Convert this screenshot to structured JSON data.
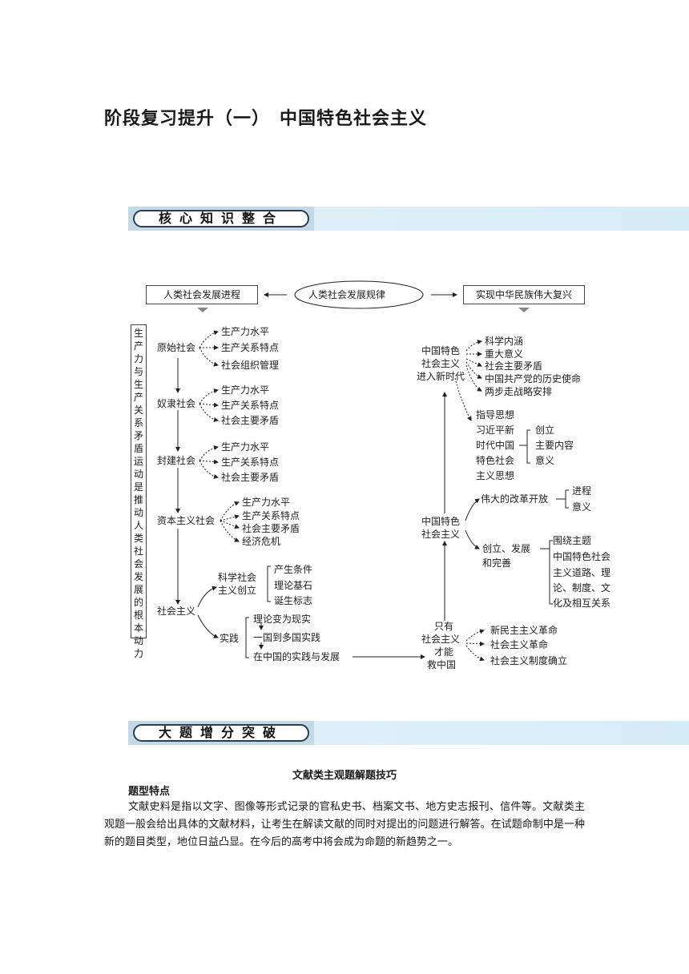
{
  "page_title": "阶段复习提升（一）　中国特色社会主义",
  "banner1": "核心知识整合",
  "banner2": "大题增分突破",
  "diagram": {
    "center": "人类社会发展规律",
    "left_top": "人类社会发展进程",
    "right_top": "实现中华民族伟大复兴",
    "side_label": "生产力与生产关系矛盾运动是推动人类社会发展的根本动力",
    "stages": [
      {
        "name": "原始社会",
        "items": [
          "生产力水平",
          "生产关系特点",
          "社会组织管理"
        ]
      },
      {
        "name": "奴隶社会",
        "items": [
          "生产力水平",
          "生产关系特点",
          "社会主要矛盾"
        ]
      },
      {
        "name": "封建社会",
        "items": [
          "生产力水平",
          "生产关系特点",
          "社会主要矛盾"
        ]
      },
      {
        "name": "资本主义社会",
        "items": [
          "生产力水平",
          "生产关系特点",
          "社会主要矛盾",
          "经济危机"
        ]
      }
    ],
    "socialism": "社会主义",
    "sci_create": [
      "科学社会",
      "主义创立"
    ],
    "sci_items": [
      "产生条件",
      "理论基石",
      "诞生标志"
    ],
    "practice": "实践",
    "practice_items": [
      "理论变为现实",
      "一国到多国实践",
      "在中国的实践与发展"
    ],
    "only_save": [
      "只有",
      "社会主义",
      "才能",
      "救中国"
    ],
    "only_items": [
      "新民主主义革命",
      "社会主义革命",
      "社会主义制度确立"
    ],
    "cs": [
      "中国特色",
      "社会主义"
    ],
    "cs_items": [
      "伟大的改革开放"
    ],
    "reform_items": [
      "进程",
      "意义"
    ],
    "create_dev": [
      "创立、发展",
      "和完善"
    ],
    "create_items": [
      "围绕主题",
      "中国特色社会",
      "主义道路、理",
      "论、制度、文",
      "化及相互关系"
    ],
    "new_era": [
      "中国特色",
      "社会主义",
      "进入新时代"
    ],
    "new_era_items": [
      "科学内涵",
      "重大意义",
      "社会主要矛盾",
      "中国共产党的历史使命",
      "两步走战略安排"
    ],
    "xi": [
      "指导思想",
      "习近平新",
      "时代中国",
      "特色社会",
      "主义思想"
    ],
    "xi_items": [
      "创立",
      "主要内容",
      "意义"
    ]
  },
  "doc_heading": "文献类主观题解题技巧",
  "section_label": "题型特点",
  "paragraph": "文献史料是指以文字、图像等形式记录的官私史书、档案文书、地方史志报刊、信件等。文献类主观题一般会给出具体的文献材料，让考生在解读文献的同时对提出的问题进行解答。在试题命制中是一种新的题目类型，地位日益凸显。在今后的高考中将会成为命题的新趋势之一。"
}
